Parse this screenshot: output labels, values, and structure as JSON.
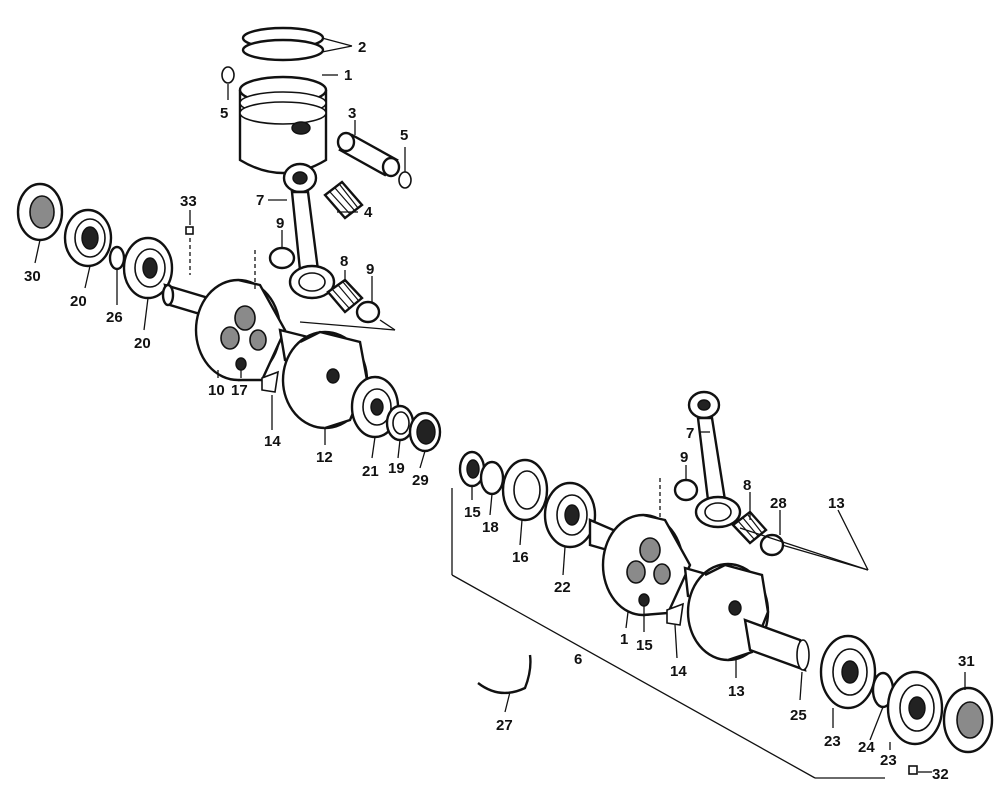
{
  "callouts": [
    {
      "id": "c1",
      "text": "1"
    },
    {
      "id": "c2",
      "text": "2"
    },
    {
      "id": "c3",
      "text": "3"
    },
    {
      "id": "c4",
      "text": "4"
    },
    {
      "id": "c5a",
      "text": "5"
    },
    {
      "id": "c5b",
      "text": "5"
    },
    {
      "id": "c7a",
      "text": "7"
    },
    {
      "id": "c7b",
      "text": "7"
    },
    {
      "id": "c8a",
      "text": "8"
    },
    {
      "id": "c8b",
      "text": "8"
    },
    {
      "id": "c9a",
      "text": "9"
    },
    {
      "id": "c9b",
      "text": "9"
    },
    {
      "id": "c9c",
      "text": "9"
    },
    {
      "id": "c10",
      "text": "10"
    },
    {
      "id": "c12",
      "text": "12"
    },
    {
      "id": "c13a",
      "text": "13"
    },
    {
      "id": "c13b",
      "text": "13"
    },
    {
      "id": "c14a",
      "text": "14"
    },
    {
      "id": "c14b",
      "text": "14"
    },
    {
      "id": "c15a",
      "text": "15"
    },
    {
      "id": "c15b",
      "text": "15"
    },
    {
      "id": "c16",
      "text": "16"
    },
    {
      "id": "c17",
      "text": "17"
    },
    {
      "id": "c18",
      "text": "18"
    },
    {
      "id": "c19",
      "text": "19"
    },
    {
      "id": "c1b",
      "text": "1"
    },
    {
      "id": "c20a",
      "text": "20"
    },
    {
      "id": "c20b",
      "text": "20"
    },
    {
      "id": "c21",
      "text": "21"
    },
    {
      "id": "c22",
      "text": "22"
    },
    {
      "id": "c23a",
      "text": "23"
    },
    {
      "id": "c23b",
      "text": "23"
    },
    {
      "id": "c24",
      "text": "24"
    },
    {
      "id": "c25",
      "text": "25"
    },
    {
      "id": "c26",
      "text": "26"
    },
    {
      "id": "c27",
      "text": "27"
    },
    {
      "id": "c28",
      "text": "28"
    },
    {
      "id": "c29",
      "text": "29"
    },
    {
      "id": "c30",
      "text": "30"
    },
    {
      "id": "c31",
      "text": "31"
    },
    {
      "id": "c32",
      "text": "32"
    },
    {
      "id": "c33",
      "text": "33"
    },
    {
      "id": "c6",
      "text": "6"
    }
  ]
}
